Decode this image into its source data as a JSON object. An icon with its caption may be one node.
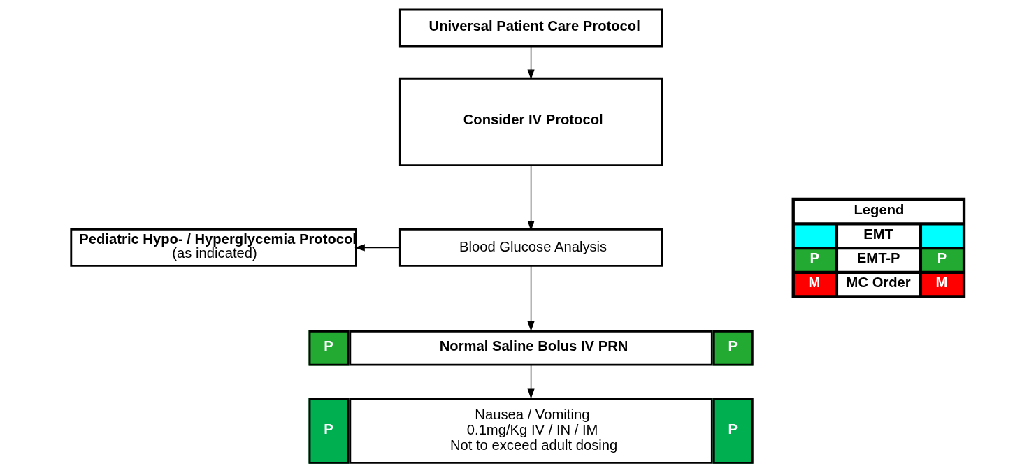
{
  "diagram": {
    "nodes": [
      {
        "text": [
          "Universal Patient Care Protocol"
        ]
      },
      {
        "text": [
          "Consider IV Protocol"
        ]
      },
      {
        "text": [
          "Blood Glucose Analysis"
        ]
      },
      {
        "text": [
          "Pediatric Hypo- / Hyperglycemia Protocol",
          "(as indicated)"
        ]
      },
      {
        "text": [
          "P",
          "Normal Saline Bolus IV PRN",
          "P"
        ]
      },
      {
        "text": [
          "P",
          "Nausea / Vomiting",
          "0.1mg/Kg IV / IN / IM",
          "Not to exceed adult dosing",
          "P"
        ]
      }
    ],
    "edges": [
      {
        "from": 0,
        "to": 1,
        "arrow": "to"
      },
      {
        "from": 1,
        "to": 2,
        "arrow": "to"
      },
      {
        "from": 2,
        "to": 3,
        "arrow": "to"
      },
      {
        "from": 2,
        "to": 4,
        "arrow": "to"
      },
      {
        "from": 4,
        "to": 5,
        "arrow": "to"
      }
    ],
    "labels": [
      "Legend",
      "P",
      "P",
      "M",
      "M"
    ],
    "legend": [
      {
        "text": "EMT",
        "color": "#00ffff"
      },
      {
        "text": "EMT-P",
        "color": "#22aa33"
      },
      {
        "text": "MC Order",
        "color": "#ff0000"
      }
    ]
  }
}
